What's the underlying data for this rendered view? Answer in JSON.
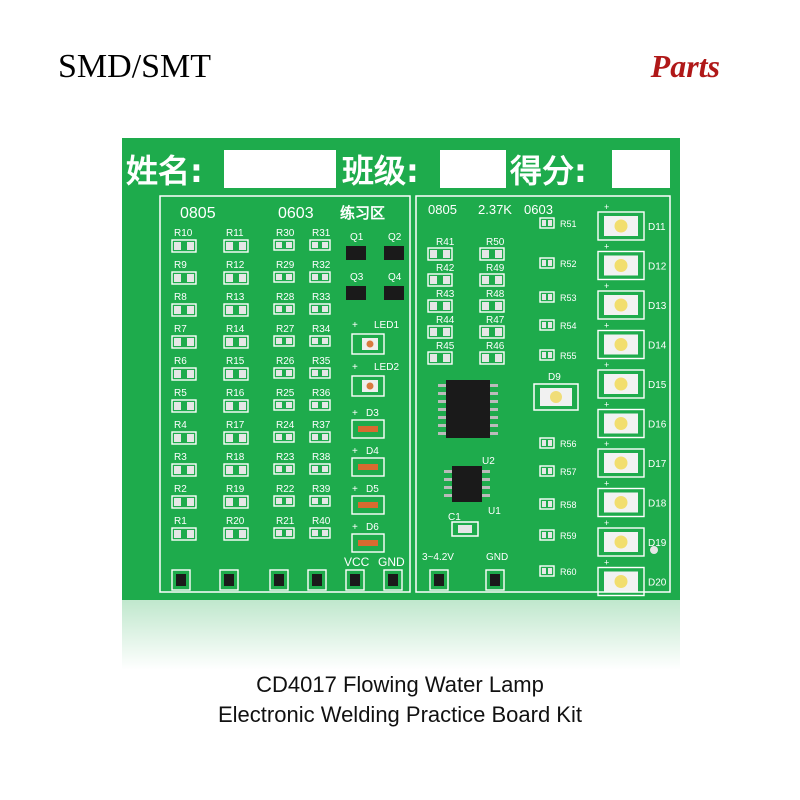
{
  "header": {
    "left": "SMD/SMT",
    "right": "Parts"
  },
  "caption": {
    "line1": "CD4017 Flowing Water Lamp",
    "line2": "Electronic Welding Practice Board Kit"
  },
  "colors": {
    "board": "#1eab4c",
    "silk": "#ffffff",
    "pad": "#e6e6e6",
    "chip": "#1a1a1a",
    "parts_title": "#b01818"
  },
  "board": {
    "name_label": "姓名:",
    "class_label": "班级:",
    "score_label": "得分:",
    "pkg_0805_left": "0805",
    "pkg_0603_left": "0603",
    "practice_label": "练习区",
    "pkg_0805_right": "0805",
    "res_value": "2.37K",
    "pkg_0603_right": "0603",
    "res_col1": [
      "R10",
      "R9",
      "R8",
      "R7",
      "R6",
      "R5",
      "R4",
      "R3",
      "R2",
      "R1"
    ],
    "res_col2": [
      "R11",
      "R12",
      "R13",
      "R14",
      "R15",
      "R16",
      "R17",
      "R18",
      "R19",
      "R20"
    ],
    "res_col3": [
      "R30",
      "R29",
      "R28",
      "R27",
      "R26",
      "R25",
      "R24",
      "R23",
      "R22",
      "R21"
    ],
    "res_col4": [
      "R31",
      "R32",
      "R33",
      "R34",
      "R35",
      "R36",
      "R37",
      "R38",
      "R39",
      "R40"
    ],
    "transistors": [
      "Q1",
      "Q2",
      "Q3",
      "Q4"
    ],
    "led_labels": [
      "LED1",
      "LED2"
    ],
    "diode_labels": [
      "D3",
      "D4",
      "D5",
      "D6"
    ],
    "vcc": "VCC",
    "gnd_left": "GND",
    "res_right_col1": [
      "R41",
      "R42",
      "R43",
      "R44",
      "R45"
    ],
    "res_right_col2": [
      "R50",
      "R49",
      "R48",
      "R47",
      "R46"
    ],
    "u2": "U2",
    "u1": "U1",
    "c1": "C1",
    "voltage": "3~4.2V",
    "gnd_right": "GND",
    "d9": "D9",
    "res_far_right": [
      "R51",
      "R52",
      "R53",
      "R54",
      "R55",
      "R56",
      "R57",
      "R58",
      "R59",
      "R60"
    ],
    "led_right": [
      "D11",
      "D12",
      "D13",
      "D14",
      "D15",
      "D16",
      "D17",
      "D18",
      "D19",
      "D20"
    ]
  }
}
